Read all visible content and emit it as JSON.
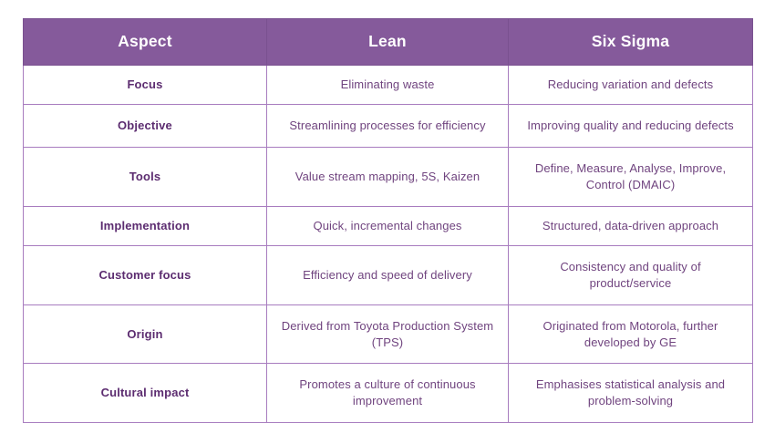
{
  "table": {
    "columns": [
      {
        "key": "aspect",
        "label": "Aspect"
      },
      {
        "key": "lean",
        "label": "Lean"
      },
      {
        "key": "six_sigma",
        "label": "Six Sigma"
      }
    ],
    "rows": [
      {
        "aspect": "Focus",
        "lean": "Eliminating waste",
        "six_sigma": "Reducing variation and defects"
      },
      {
        "aspect": "Objective",
        "lean": "Streamlining processes for efficiency",
        "six_sigma": "Improving quality and reducing defects"
      },
      {
        "aspect": "Tools",
        "lean": "Value stream mapping, 5S, Kaizen",
        "six_sigma": "Define, Measure, Analyse, Improve, Control (DMAIC)"
      },
      {
        "aspect": "Implementation",
        "lean": "Quick, incremental changes",
        "six_sigma": "Structured, data-driven approach"
      },
      {
        "aspect": "Customer focus",
        "lean": "Efficiency and speed of delivery",
        "six_sigma": "Consistency and quality of product/service"
      },
      {
        "aspect": "Origin",
        "lean": "Derived from Toyota Production System (TPS)",
        "six_sigma": "Originated from Motorola, further developed by GE"
      },
      {
        "aspect": "Cultural impact",
        "lean": "Promotes a culture of continuous improvement",
        "six_sigma": "Emphasises statistical analysis and problem-solving"
      }
    ]
  },
  "colors": {
    "header_background": "#855a9b",
    "header_text": "#ffffff",
    "border": "#a87cbf",
    "aspect_text": "#5c2c70",
    "body_text": "#70447f",
    "page_background": "#ffffff"
  }
}
